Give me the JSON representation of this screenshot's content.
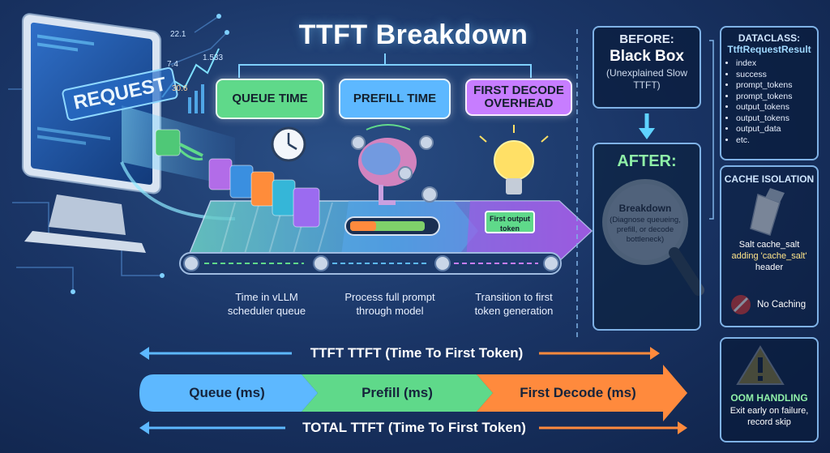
{
  "title": "TTFT Breakdown",
  "request_label": "REQUEST",
  "monitor_numbers": [
    "22.1",
    "7.4",
    "1.533",
    "30.6"
  ],
  "stages": [
    {
      "label": "QUEUE TIME",
      "desc": "Time in vLLM scheduler queue"
    },
    {
      "label": "PREFILL TIME",
      "desc": "Process full prompt through model"
    },
    {
      "label": "FIRST DECODE OVERHEAD",
      "desc": "Transition to first token generation"
    }
  ],
  "first_output_token": "First output token",
  "before": {
    "title": "BEFORE:",
    "subtitle": "Black Box",
    "note": "(Unexplained Slow TTFT)"
  },
  "after": {
    "title": "AFTER:",
    "lens_title": "Breakdown",
    "lens_text": "(Diagnose queueing, prefill, or decode bottleneck)"
  },
  "dataclass": {
    "title": "DATACLASS:",
    "name": "TtftRequestResult",
    "fields": [
      "index",
      "success",
      "prompt_tokens",
      "prompt_tokens",
      "output_tokens",
      "output_tokens",
      "output_data",
      "etc."
    ]
  },
  "cache": {
    "title": "CACHE ISOLATION",
    "line1": "Salt cache_salt",
    "line2": "adding 'cache_salt'",
    "line3": "header",
    "no_caching": "No Caching"
  },
  "oom": {
    "title": "OOM HANDLING",
    "text": "Exit early on failure, record skip"
  },
  "timeline": {
    "top_label": "TTFT TTFT (Time To First Token)",
    "segments": [
      "Queue (ms)",
      "Prefill (ms)",
      "First Decode (ms)"
    ],
    "bottom_label": "TOTAL TTFT (Time To First Token)"
  },
  "colors": {
    "queue": "#5fd98a",
    "prefill": "#5db8ff",
    "decode": "#c77dff",
    "orange": "#ff8a3d"
  }
}
